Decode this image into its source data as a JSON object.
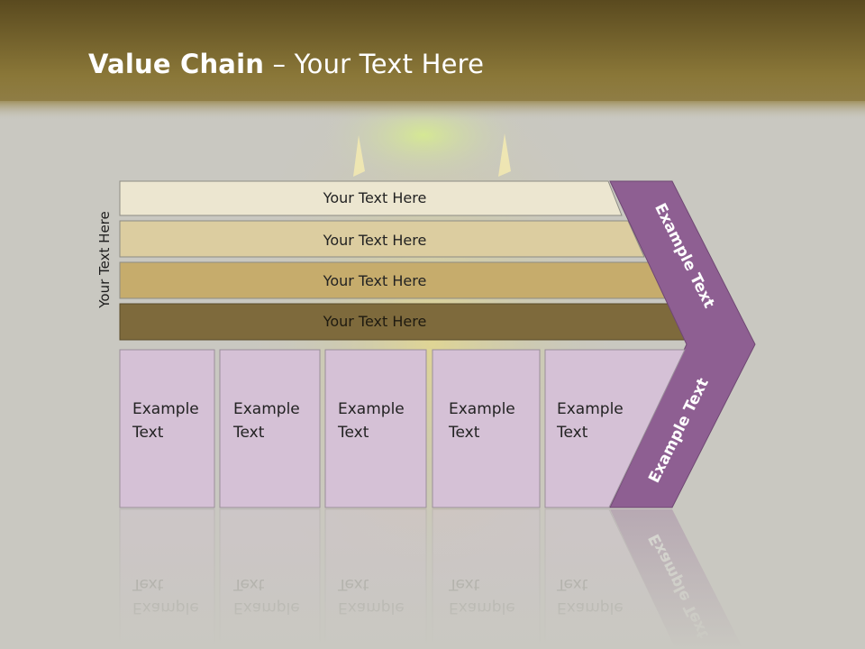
{
  "slide": {
    "title_bold": "Value Chain",
    "title_rest": " – Your Text Here",
    "side_label": "Your Text Here"
  },
  "support_rows": [
    {
      "label": "Your Text Here",
      "fill": "#ece6d0"
    },
    {
      "label": "Your Text Here",
      "fill": "#dccda0"
    },
    {
      "label": "Your Text Here",
      "fill": "#c6ac6c"
    },
    {
      "label": "Your Text Here",
      "fill": "#7e6a3c"
    }
  ],
  "primary_boxes": [
    {
      "line1": "Example",
      "line2": "Text"
    },
    {
      "line1": "Example",
      "line2": "Text"
    },
    {
      "line1": "Example",
      "line2": "Text"
    },
    {
      "line1": "Example",
      "line2": "Text"
    },
    {
      "line1": "Example",
      "line2": "Text"
    }
  ],
  "margin_labels": {
    "upper": "Example Text",
    "lower": "Example Text"
  },
  "colors": {
    "header": "#7e6a30",
    "box_fill": "#d5c1d6",
    "chevron": "#8e5f92"
  }
}
